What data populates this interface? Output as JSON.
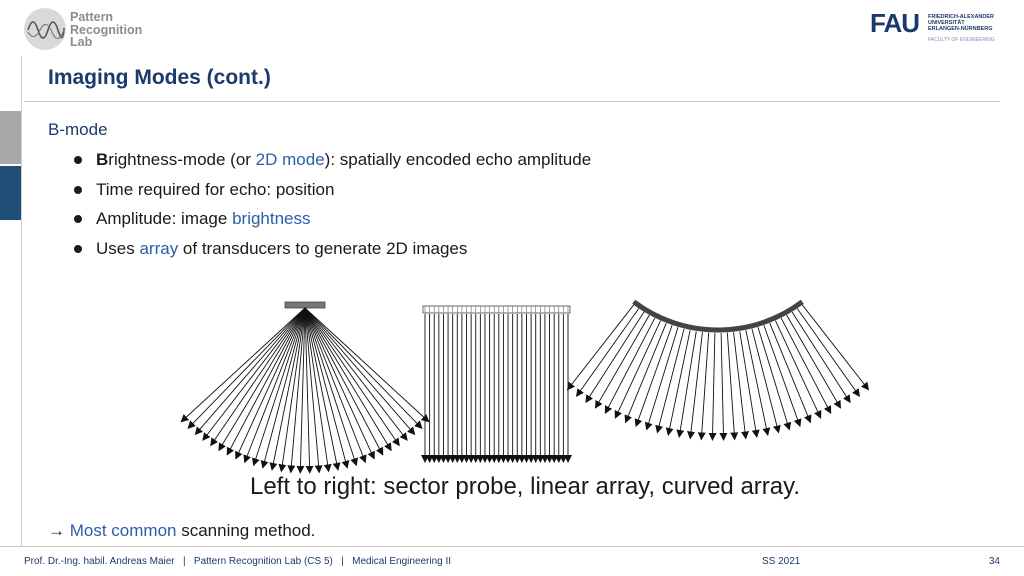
{
  "logos": {
    "prl": [
      "Pattern",
      "Recognition",
      "Lab"
    ],
    "fau_big": "FAU",
    "fau_small": [
      "FRIEDRICH-ALEXANDER",
      "UNIVERSITÄT",
      "ERLANGEN-NÜRNBERG"
    ],
    "fau_faculty": "FACULTY OF ENGINEERING"
  },
  "slide": {
    "title": "Imaging Modes (cont.)",
    "section": "B-mode",
    "bullets": [
      {
        "bold": "B",
        "pre": "rightness-mode (or ",
        "hl": "2D mode",
        "post": "): spatially encoded echo amplitude"
      },
      {
        "text": "Time required for echo: position"
      },
      {
        "pre": "Amplitude: image ",
        "hl": "brightness"
      },
      {
        "pre": "Uses ",
        "hl": "array",
        "post": " of transducers to generate 2D images"
      }
    ],
    "caption": "Left to right: sector probe, linear array, curved array.",
    "conclusion": {
      "arrow": "→",
      "hl": "Most common",
      "rest": " scanning method."
    }
  },
  "footer": {
    "left": "Prof. Dr.-Ing. habil. Andreas Maier   |   Pattern Recognition Lab (CS 5)   |   Medical Engineering II",
    "semester": "SS 2021",
    "page": "34"
  },
  "colors": {
    "accent": "#1b3a6b",
    "highlight": "#2a5ea8"
  }
}
